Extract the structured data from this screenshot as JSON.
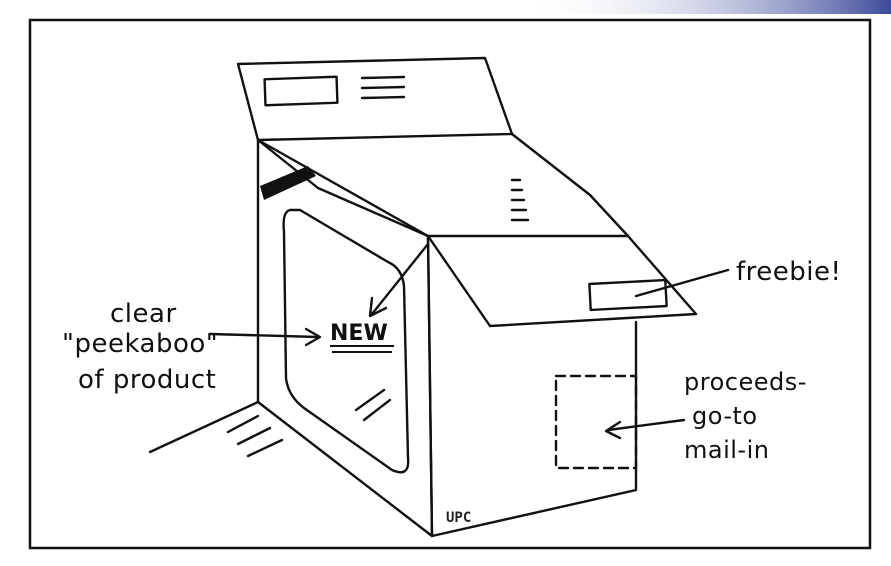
{
  "labels": {
    "clear_line1": "clear",
    "clear_line2": "\"peekaboo\"",
    "clear_line3": "of product",
    "new_badge": "NEW",
    "freebie": "freebie!",
    "proceeds_line1": "proceeds-",
    "proceeds_line2": "go-to",
    "proceeds_line3": "mail-in",
    "barcode": "UPC"
  },
  "colors": {
    "ink": "#111111",
    "paper": "#ffffff",
    "corner_accent": "#3d4a9a"
  }
}
